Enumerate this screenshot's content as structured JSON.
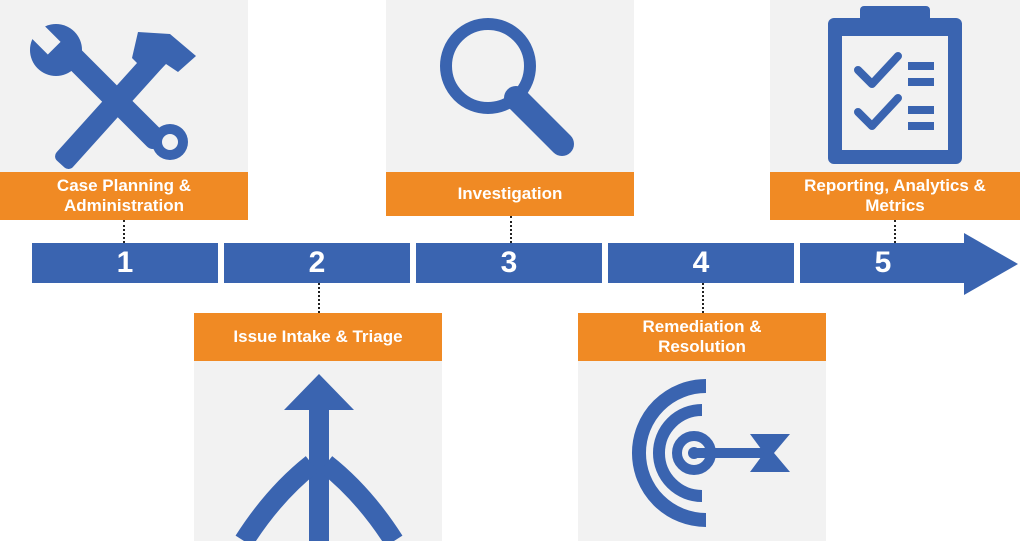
{
  "colors": {
    "blue": "#3a64b0",
    "orange": "#f08a24",
    "panel": "#f2f2f2"
  },
  "steps": [
    {
      "number": "1",
      "label": "Case Planning &\nAdministration",
      "icon": "tools-icon"
    },
    {
      "number": "2",
      "label": "Issue Intake & Triage",
      "icon": "merging-arrow-icon"
    },
    {
      "number": "3",
      "label": "Investigation",
      "icon": "magnifying-glass-icon"
    },
    {
      "number": "4",
      "label": "Remediation &\nResolution",
      "icon": "target-icon"
    },
    {
      "number": "5",
      "label": "Reporting, Analytics &\nMetrics",
      "icon": "checklist-clipboard-icon"
    }
  ]
}
